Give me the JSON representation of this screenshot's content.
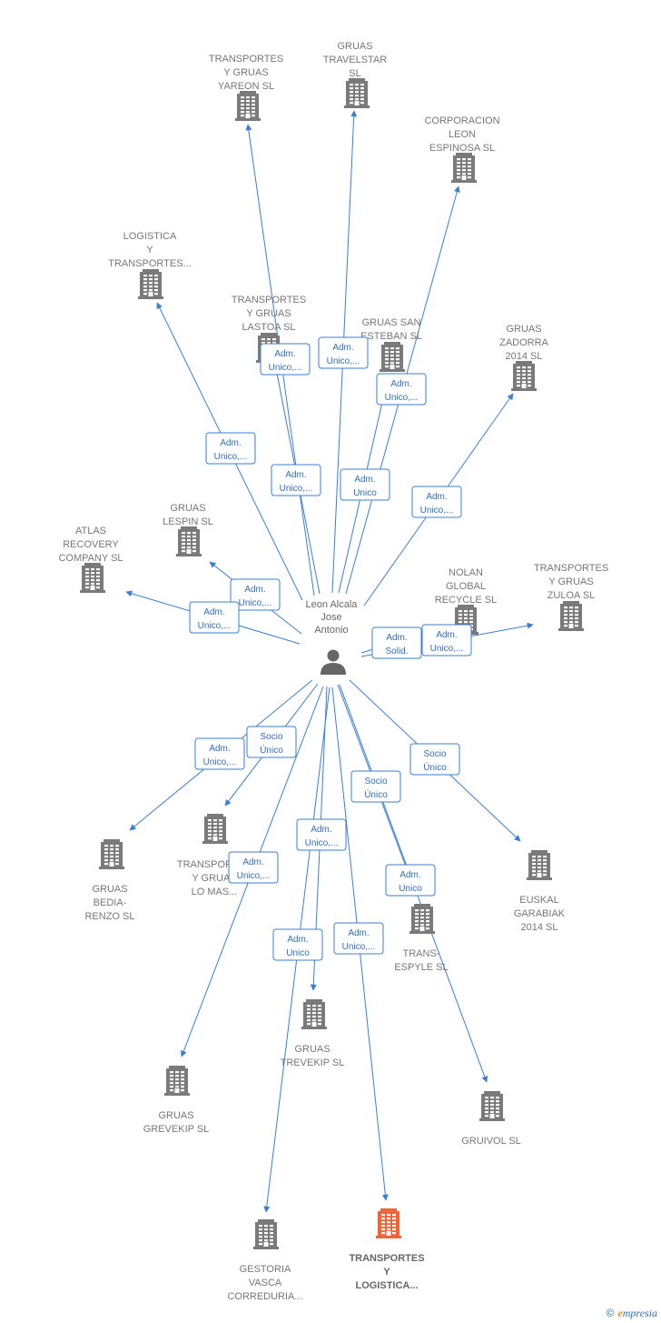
{
  "center": {
    "lines": [
      "Leon Alcala",
      "Jose",
      "Antonio"
    ]
  },
  "colors": {
    "edge": "#3a7fd5",
    "building": "#7a7a7a",
    "highlight": "#f0643a"
  },
  "nodes": [
    {
      "id": "yareon",
      "lines": [
        "TRANSPORTES",
        "Y GRUAS",
        "YAREON  SL"
      ]
    },
    {
      "id": "travelstar",
      "lines": [
        "GRUAS",
        "TRAVELSTAR",
        "SL"
      ]
    },
    {
      "id": "espinosa",
      "lines": [
        "CORPORACION",
        "LEON",
        "ESPINOSA SL"
      ]
    },
    {
      "id": "logistica",
      "lines": [
        "LOGISTICA",
        "Y",
        "TRANSPORTES..."
      ]
    },
    {
      "id": "lastoa",
      "lines": [
        "TRANSPORTES",
        "Y GRUAS",
        "LASTOA  SL"
      ]
    },
    {
      "id": "sanesteban",
      "lines": [
        "GRUAS SAN",
        "ESTEBAN  SL"
      ]
    },
    {
      "id": "zadorra",
      "lines": [
        "GRUAS",
        "ZADORRA",
        "2014  SL"
      ]
    },
    {
      "id": "lespin",
      "lines": [
        "GRUAS",
        "LESPIN  SL"
      ]
    },
    {
      "id": "atlas",
      "lines": [
        "ATLAS",
        "RECOVERY",
        "COMPANY  SL"
      ]
    },
    {
      "id": "nolan",
      "lines": [
        "NOLAN",
        "GLOBAL",
        "RECYCLE  SL"
      ]
    },
    {
      "id": "zuloa",
      "lines": [
        "TRANSPORTES",
        "Y GRUAS",
        "ZULOA  SL"
      ]
    },
    {
      "id": "bediarenzo",
      "lines": [
        "GRUAS",
        "BEDIA-",
        "RENZO  SL"
      ]
    },
    {
      "id": "lomas",
      "lines": [
        "TRANSPORTES",
        "Y GRUAS",
        "LO MAS..."
      ]
    },
    {
      "id": "euskal",
      "lines": [
        "EUSKAL",
        "GARABIAK",
        "2014  SL"
      ]
    },
    {
      "id": "espyle",
      "lines": [
        "TRANS-",
        "ESPYLE  SL"
      ]
    },
    {
      "id": "trevekip",
      "lines": [
        "GRUAS",
        "TREVEKIP  SL"
      ]
    },
    {
      "id": "grevekip",
      "lines": [
        "GRUAS",
        "GREVEKIP  SL"
      ]
    },
    {
      "id": "gruivol",
      "lines": [
        "GRUIVOL SL"
      ]
    },
    {
      "id": "gestoria",
      "lines": [
        "GESTORIA",
        "VASCA",
        "CORREDURIA..."
      ]
    },
    {
      "id": "logistica2",
      "lines": [
        "TRANSPORTES",
        "Y",
        "LOGISTICA..."
      ],
      "highlight": true
    }
  ],
  "edges": [
    {
      "to": "yareon",
      "label": [
        "Adm.",
        "Unico,..."
      ]
    },
    {
      "to": "travelstar",
      "label": [
        "Adm.",
        "Unico,..."
      ]
    },
    {
      "to": "espinosa",
      "label": [
        "Adm.",
        "Unico,..."
      ]
    },
    {
      "to": "logistica",
      "label": [
        "Adm.",
        "Unico,..."
      ]
    },
    {
      "to": "lastoa",
      "label": [
        "Adm.",
        "Unico,..."
      ]
    },
    {
      "to": "sanesteban",
      "label": [
        "Adm.",
        "Unico"
      ]
    },
    {
      "to": "zadorra",
      "label": [
        "Adm.",
        "Unico,..."
      ]
    },
    {
      "to": "lespin",
      "label": [
        "Adm.",
        "Unico,..."
      ]
    },
    {
      "to": "atlas",
      "label": [
        "Adm.",
        "Unico,..."
      ]
    },
    {
      "to": "nolan",
      "label": [
        "Adm.",
        "Solid."
      ]
    },
    {
      "to": "zuloa",
      "label": [
        "Adm.",
        "Unico,..."
      ]
    },
    {
      "to": "bediarenzo",
      "label": [
        "Adm.",
        "Unico,..."
      ]
    },
    {
      "to": "lomas",
      "label": [
        "Socio",
        "Único"
      ]
    },
    {
      "to": "euskal",
      "label": [
        "Socio",
        "Único"
      ]
    },
    {
      "to": "espyle",
      "label": [
        "Socio",
        "Único"
      ]
    },
    {
      "to": "gruivol",
      "label": [
        "Adm.",
        "Unico"
      ]
    },
    {
      "to": "trevekip",
      "label": [
        "Adm.",
        "Unico,..."
      ]
    },
    {
      "to": "grevekip",
      "label": [
        "Adm.",
        "Unico,..."
      ]
    },
    {
      "to": "gestoria",
      "label": [
        "Adm.",
        "Unico"
      ]
    },
    {
      "to": "logistica2",
      "label": [
        "Adm.",
        "Unico,..."
      ]
    }
  ],
  "footer": {
    "copyright": "©",
    "brand_e": "e",
    "brand_rest": "mpresia"
  }
}
